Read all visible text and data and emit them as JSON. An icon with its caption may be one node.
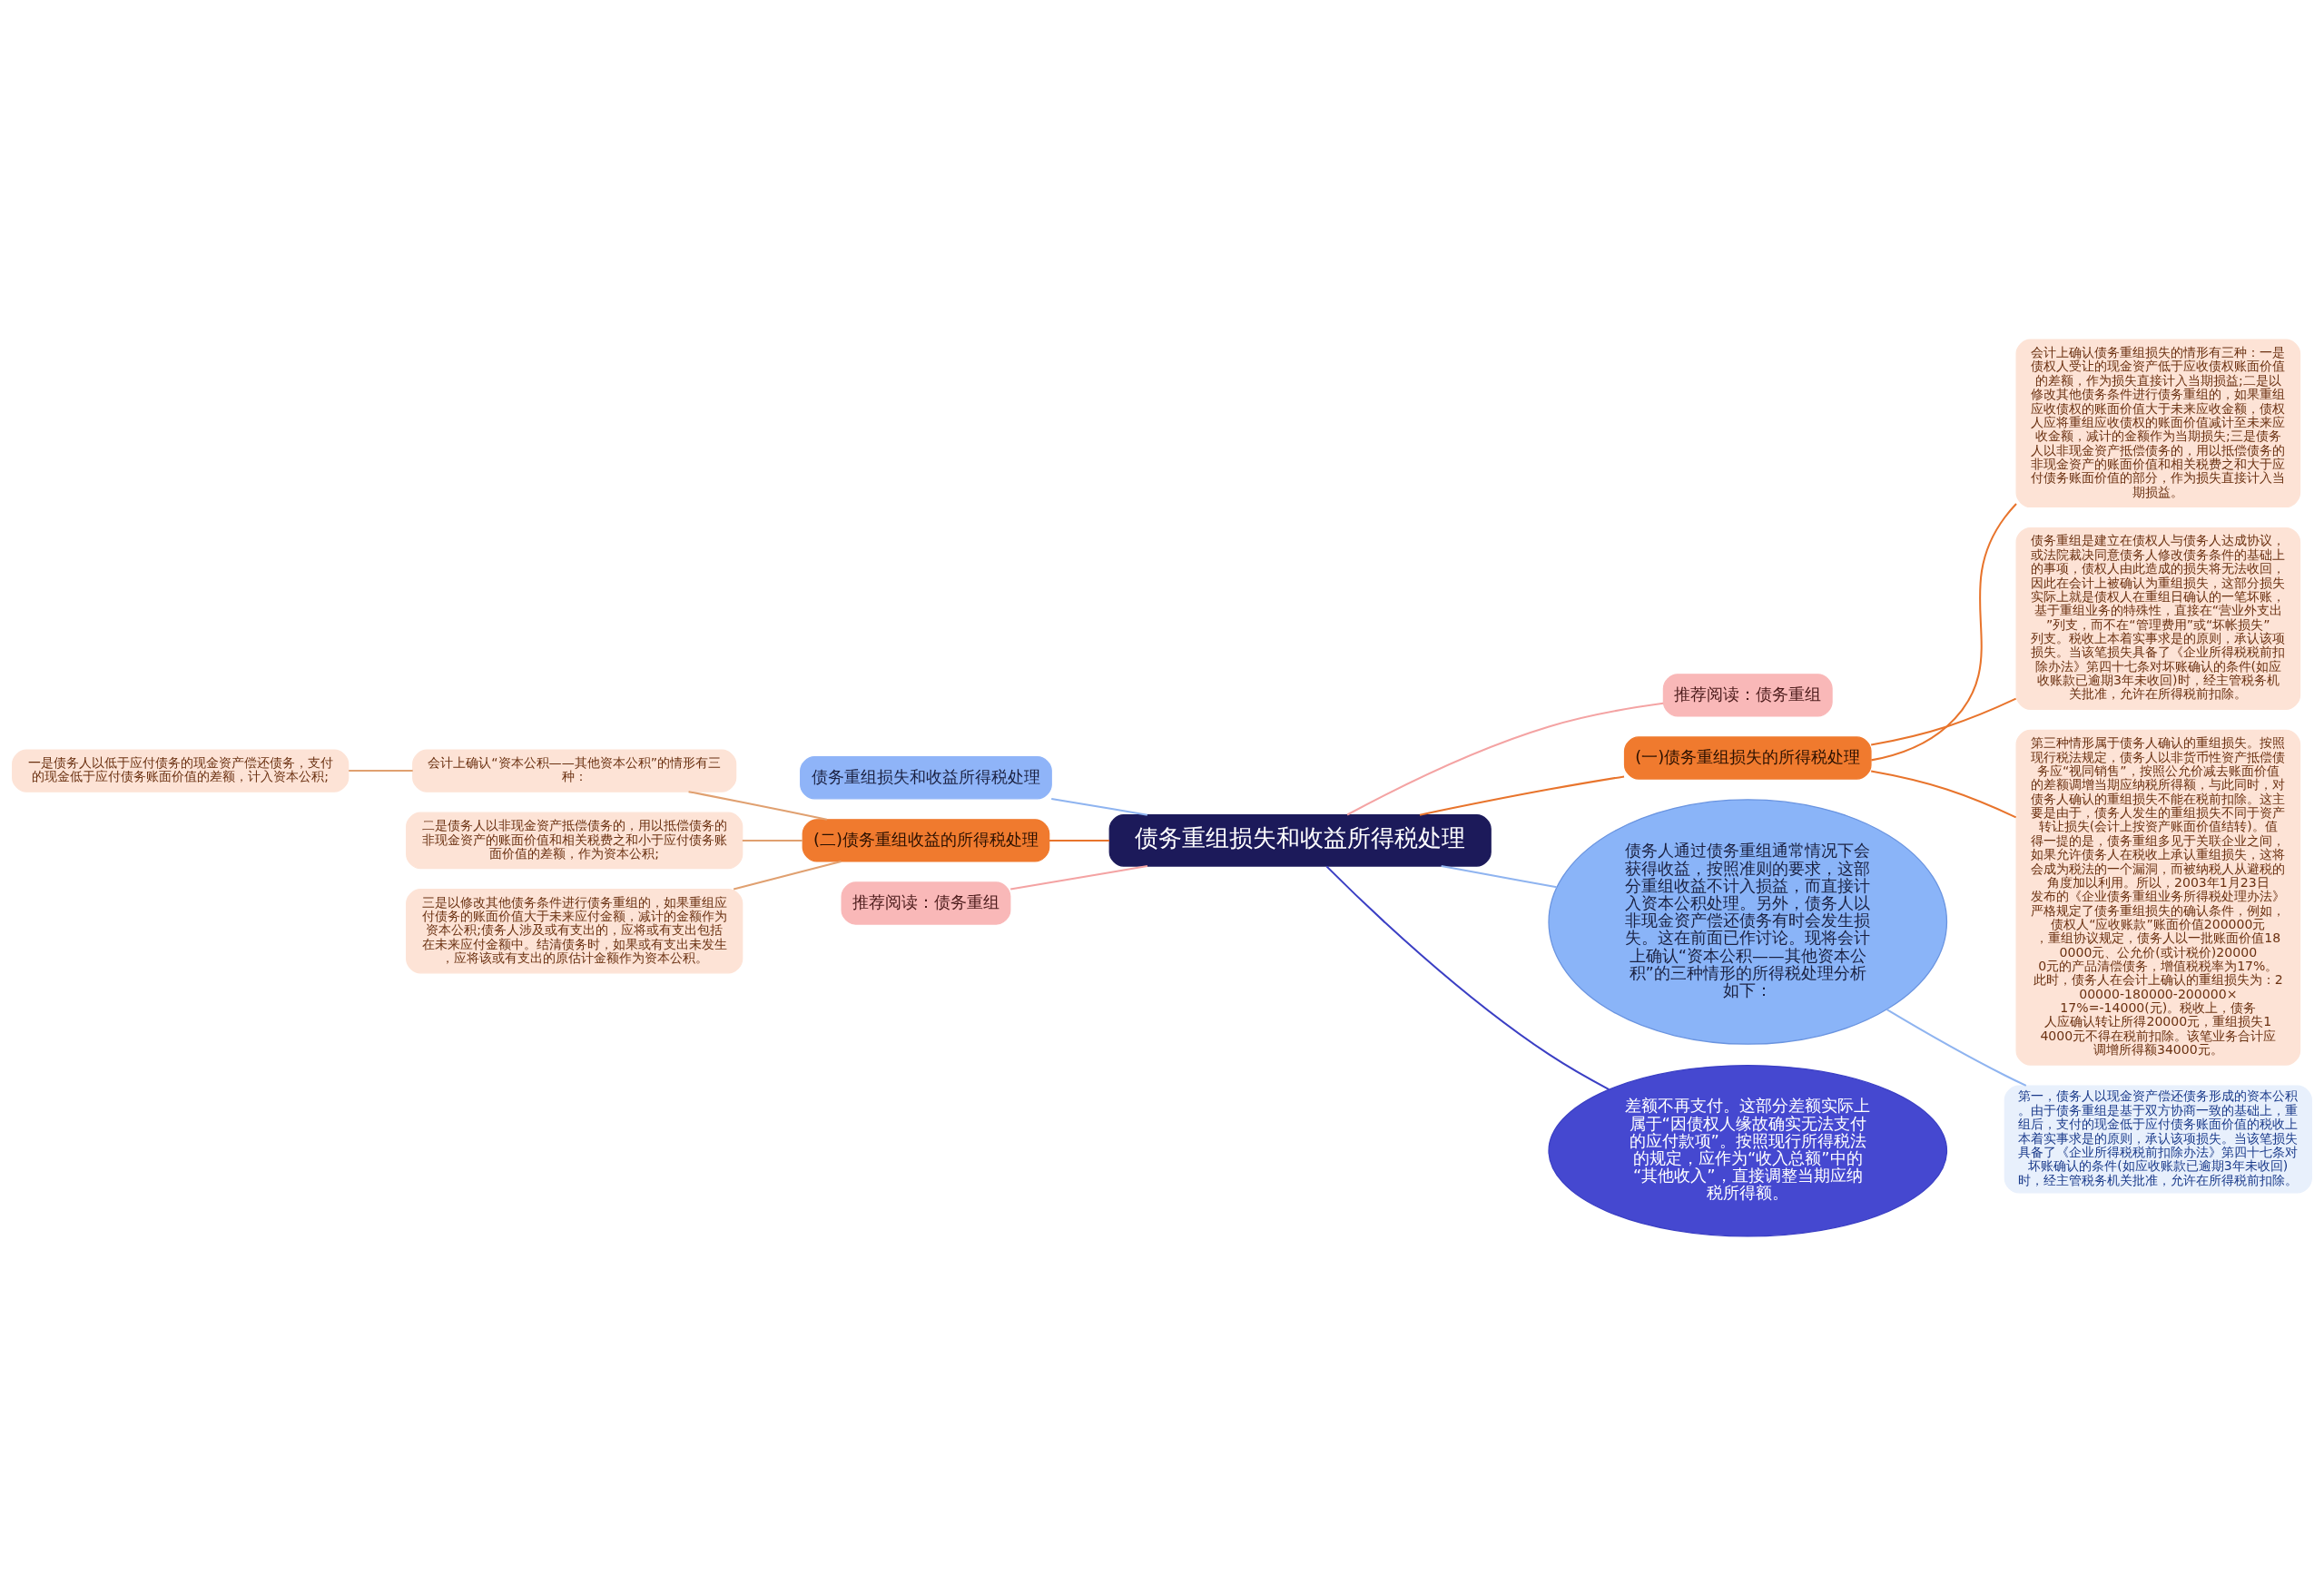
{
  "diagram": {
    "nodes": [
      {
        "text": [
          "债务重组损失和收益所得税处理"
        ]
      },
      {
        "text": [
          "债务重组损失和收益所得税处理"
        ]
      },
      {
        "text": [
          "(二)债务重组收益的所得税处理"
        ]
      },
      {
        "text": [
          "会计上确认“资本公积——其他资本公积”的情形有三种："
        ]
      },
      {
        "text": [
          "一是债务人以低于应付债务的现金资产偿还债务，支付的现金低于应付债务账面价值的差额，计入资本公积;"
        ]
      },
      {
        "text": [
          "二是债务人以非现金资产抵偿债务的，用以抵偿债务的非现金资产的账面价值和相关税费之和小于应付债务账面价值的差额，作为资本公积;"
        ]
      },
      {
        "text": [
          "三是以修改其他债务条件进行债务重组的，如果重组应付债务的账面价值大于未来应付金额，减计的金额作为资本公积;债务人涉及或有支出的，应将或有支出包括在未来应付金额中。结清债务时，如果或有支出未发生，应将该或有支出的原估计金额作为资本公积。"
        ]
      },
      {
        "text": [
          "推荐阅读：债务重组"
        ]
      },
      {
        "text": [
          "推荐阅读：债务重组"
        ]
      },
      {
        "text": [
          "(一)债务重组损失的所得税处理"
        ]
      },
      {
        "text": [
          "会计上确认债务重组损失的情形有三种：一是债权人受让的现金资产低于应收债权账面价值的差额，作为损失直接计入当期损益;二是以修改其他债务条件进行债务重组的，如果重组应收债权的账面价值大于未来应收金额，债权人应将重组应收债权的账面价值减计至未来应收金额，减计的金额作为当期损失;三是债务人以非现金资产抵偿债务的，用以抵偿债务的非现金资产的账面价值和相关税费之和大于应付债务账面价值的部分，作为损失直接计入当期损益。"
        ]
      },
      {
        "text": [
          "债务重组是建立在债权人与债务人达成协议，或法院裁决同意债务人修改债务条件的基础上的事项，债权人由此造成的损失将无法收回，因此在会计上被确认为重组损失，这部分损失实际上就是债权人在重组日确认的一笔坏账，基于重组业务的特殊性，直接在“营业外支出”列支，而不在“管理费用”或“坏帐损失”列支。税收上本着实事求是的原则，承认该项损失。当该笔损失具备了《企业所得税税前扣除办法》第四十七条对坏账确认的条件(如应收账款已逾期3年未收回)时，经主管税务机关批准，允许在所得税前扣除。"
        ]
      },
      {
        "text": [
          "第三种情形属于债务人确认的重组损失。按照现行税法规定，债务人以非货币性资产抵偿债务应“视同销售”，按照公允价减去账面价值的差额调增当期应纳税所得额，与此同时，对债务人确认的重组损失不能在税前扣除。这主要是由于，债务人发生的重组损失不同于资产转让损失(会计上按资产账面价值结转)。值得一提的是，债务重组多见于关联企业之间，如果允许债务人在税收上承认重组损失，这将会成为税法的一个漏洞，而被纳税人从避税的角度加以利用。所以，2003年1月23日发布的《企业债务重组业务所得税处理办法》严格规定了债务重组损失的确认条件，例如，债权人“应收账款”账面价值200000元，重组协议规定，债务人以一批账面价值180000元、公允价(或计税价)200000元的产品清偿债务，增值税税率为17%。此时，债务人在会计上确认的重组损失为：200000-180000-200000×17%=-14000(元)。税收上，债务人应确认转让所得20000元，重组损失14000元不得在税前扣除。该笔业务合计应调增所得额34000元。"
        ]
      },
      {
        "text": [
          "债务人通过债务重组通常情况下会获得收益，按照准则的要求，这部分重组收益不计入损益，而直接计入资本公积处理。另外，债务人以非现金资产偿还债务有时会发生损失。这在前面已作讨论。现将会计上确认“资本公积——其他资本公积”的三种情形的所得税处理分析如下："
        ]
      },
      {
        "text": [
          "第一，债务人以现金资产偿还债务形成的资本公积。由于债务重组是基于双方协商一致的基础上，重组后，支付的现金低于应付债务账面价值的税收上本着实事求是的原则，承认该项损失。当该笔损失具备了《企业所得税税前扣除办法》第四十七条对坏账确认的条件(如应收账款已逾期3年未收回)时，经主管税务机关批准，允许在所得税前扣除。"
        ]
      },
      {
        "text": [
          "差额不再支付。这部分差额实际上属于“因债权人缘故确实无法支付的应付款项”。按照现行所得税法的规定，应作为“收入总额”中的“其他收入”，直接调整当期应纳税所得额。"
        ]
      }
    ],
    "edges": [
      {
        "from": 0,
        "to": 8,
        "arrow": "none",
        "color": "#f4a3a3"
      },
      {
        "from": 0,
        "to": 9,
        "arrow": "none",
        "color": "#e8742c"
      },
      {
        "from": 9,
        "to": 10,
        "arrow": "none",
        "color": "#e8742c"
      },
      {
        "from": 9,
        "to": 11,
        "arrow": "none",
        "color": "#e8742c"
      },
      {
        "from": 9,
        "to": 12,
        "arrow": "none",
        "color": "#e8742c"
      },
      {
        "from": 0,
        "to": 1,
        "arrow": "none",
        "color": "#8fb4f0"
      },
      {
        "from": 0,
        "to": 2,
        "arrow": "none",
        "color": "#e8742c"
      },
      {
        "from": 2,
        "to": 3,
        "arrow": "none",
        "color": "#e0a070"
      },
      {
        "from": 3,
        "to": 4,
        "arrow": "none",
        "color": "#e0a070"
      },
      {
        "from": 2,
        "to": 5,
        "arrow": "none",
        "color": "#e0a070"
      },
      {
        "from": 2,
        "to": 6,
        "arrow": "none",
        "color": "#e0a070"
      },
      {
        "from": 0,
        "to": 7,
        "arrow": "none",
        "color": "#f4a3a3"
      },
      {
        "from": 0,
        "to": 13,
        "arrow": "none",
        "color": "#8fb4f0"
      },
      {
        "from": 13,
        "to": 14,
        "arrow": "none",
        "color": "#8fb4f0"
      },
      {
        "from": 0,
        "to": 15,
        "arrow": "none",
        "color": "#3b3fc4"
      }
    ]
  }
}
